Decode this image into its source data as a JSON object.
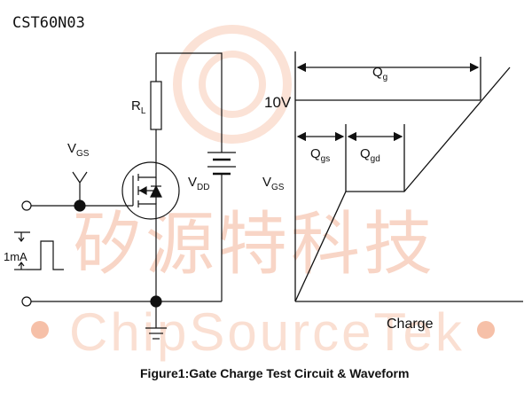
{
  "header": {
    "part_number": "CST60N03"
  },
  "watermark": {
    "chinese_text": "矽源特科技",
    "english_text": "ChipSourceTek",
    "color": "#f6b8a0"
  },
  "circuit": {
    "resistor_label": "R",
    "resistor_sub": "L",
    "gate_voltage_label": "V",
    "gate_voltage_sub": "GS",
    "supply_label": "V",
    "supply_sub": "DD",
    "current_source_label": "1mA"
  },
  "waveform": {
    "y_axis_label": "V",
    "y_axis_sub": "GS",
    "x_axis_label": "Charge",
    "voltage_level_label": "10V",
    "qg_label": "Q",
    "qg_sub": "g",
    "qgs_label": "Q",
    "qgs_sub": "gs",
    "qgd_label": "Q",
    "qgd_sub": "gd"
  },
  "caption": "Figure1:Gate Charge Test Circuit & Waveform",
  "colors": {
    "line": "#111111",
    "background": "#ffffff"
  }
}
